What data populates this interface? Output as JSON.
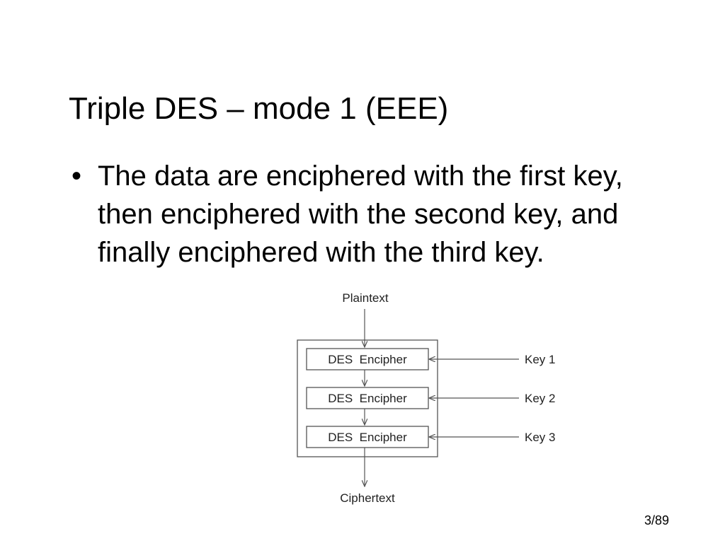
{
  "slide": {
    "title": "Triple DES – mode 1 (EEE)",
    "bullets": [
      {
        "marker": "•",
        "text": "The data are enciphered with the first key, then enciphered with the second key, and finally enciphered with the third key."
      }
    ],
    "page_number": "3/89"
  },
  "diagram": {
    "input_label": "Plaintext",
    "output_label": "Ciphertext",
    "stages": [
      {
        "box_label": "DES  Encipher",
        "key_label": "Key 1"
      },
      {
        "box_label": "DES  Encipher",
        "key_label": "Key 2"
      },
      {
        "box_label": "DES  Encipher",
        "key_label": "Key 3"
      }
    ],
    "line_color": "#555555"
  }
}
